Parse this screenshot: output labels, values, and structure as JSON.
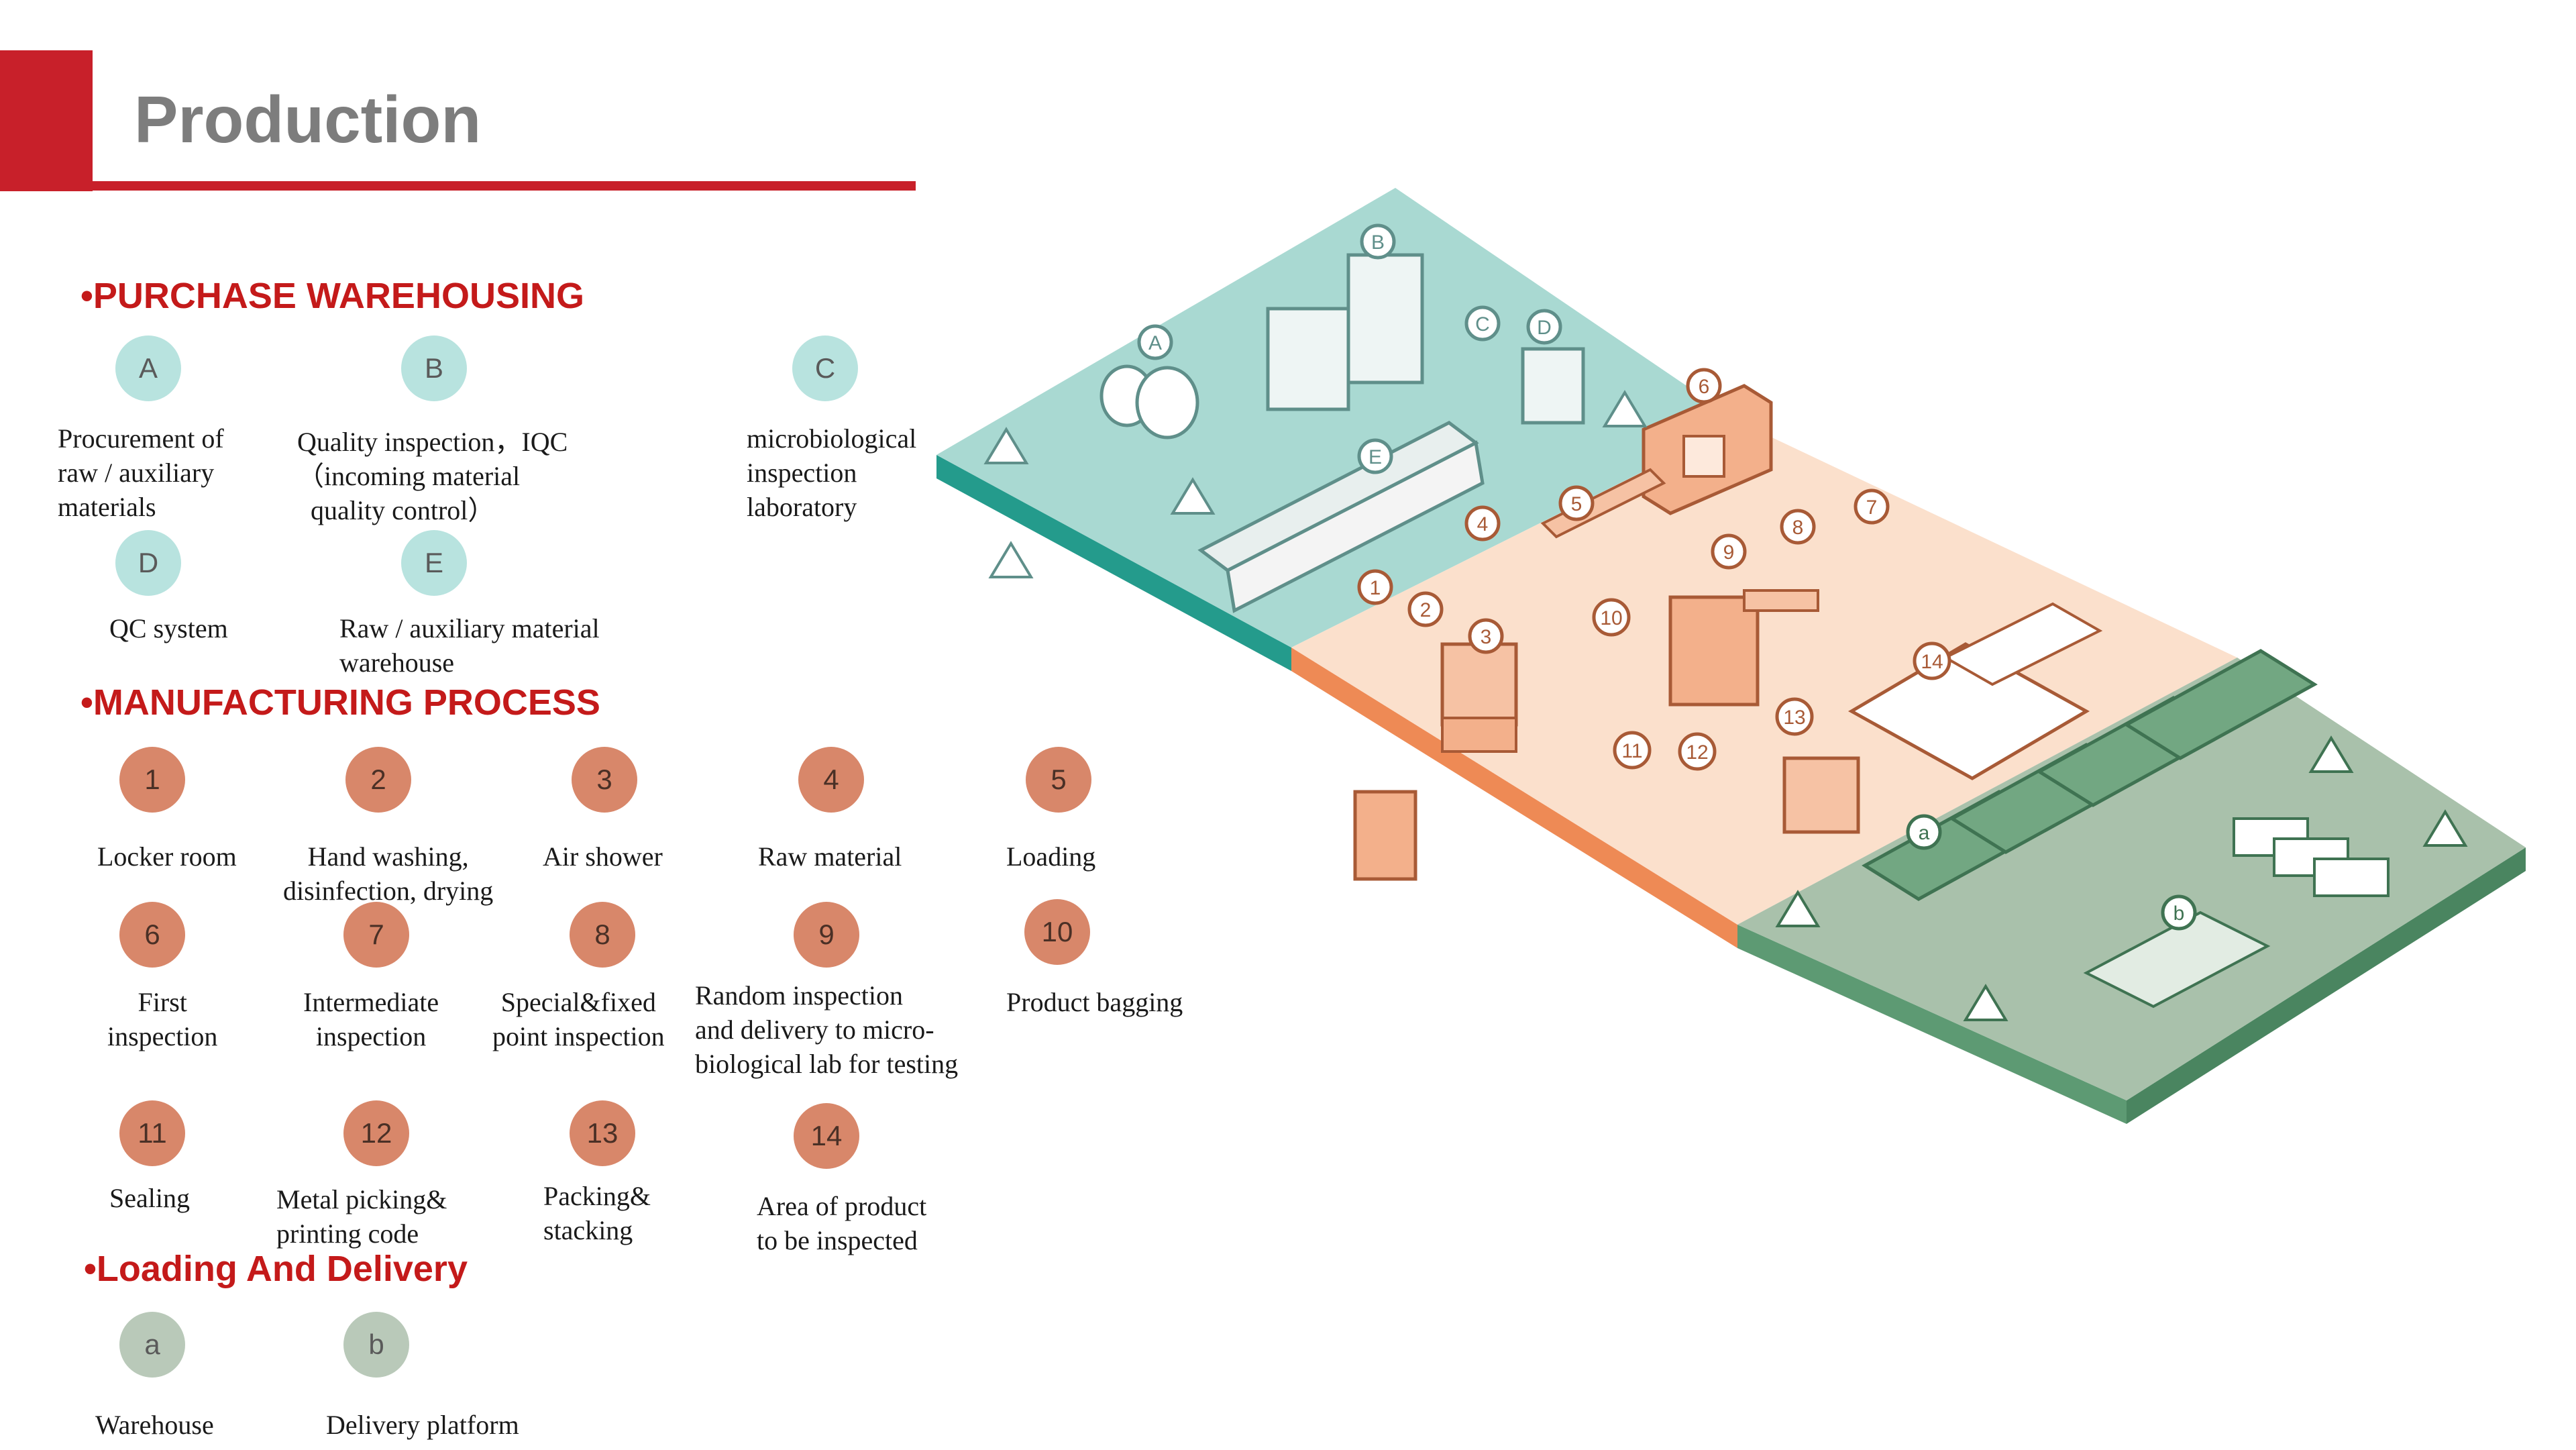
{
  "title": "Production",
  "sections": {
    "purchase": "•PURCHASE WAREHOUSING",
    "manufacturing": "•MANUFACTURING PROCESS",
    "delivery": "•Loading And Delivery"
  },
  "purchase_items": [
    {
      "key": "A",
      "label": "Procurement of\nraw / auxiliary\nmaterials"
    },
    {
      "key": "B",
      "label": "Quality inspection，IQC\n（incoming material\n  quality control）"
    },
    {
      "key": "C",
      "label": "microbiological\ninspection\nlaboratory"
    },
    {
      "key": "D",
      "label": "QC system"
    },
    {
      "key": "E",
      "label": "Raw / auxiliary material\nwarehouse"
    }
  ],
  "manufacturing_items": [
    {
      "key": "1",
      "label": "Locker room"
    },
    {
      "key": "2",
      "label": "Hand washing,\ndisinfection, drying"
    },
    {
      "key": "3",
      "label": "Air shower"
    },
    {
      "key": "4",
      "label": "Raw material"
    },
    {
      "key": "5",
      "label": "Loading"
    },
    {
      "key": "6",
      "label": "First\ninspection"
    },
    {
      "key": "7",
      "label": "Intermediate\ninspection"
    },
    {
      "key": "8",
      "label": "Special&fixed\npoint inspection"
    },
    {
      "key": "9",
      "label": "Random inspection\nand delivery to micro-\nbiological lab for testing"
    },
    {
      "key": "10",
      "label": "Product bagging"
    },
    {
      "key": "11",
      "label": "Sealing"
    },
    {
      "key": "12",
      "label": "Metal picking&\nprinting code"
    },
    {
      "key": "13",
      "label": "Packing&\nstacking"
    },
    {
      "key": "14",
      "label": "Area of product\nto be inspected"
    }
  ],
  "delivery_items": [
    {
      "key": "a",
      "label": "Warehouse"
    },
    {
      "key": "b",
      "label": "Delivery platform"
    }
  ],
  "colors": {
    "brand_red": "#c8202a",
    "section_red": "#c41a1a",
    "teal_zone": "#a9d9d2",
    "orange_zone": "#fbe0cc",
    "green_zone": "#a9c1ab",
    "marker_orange": "#d8876a"
  }
}
